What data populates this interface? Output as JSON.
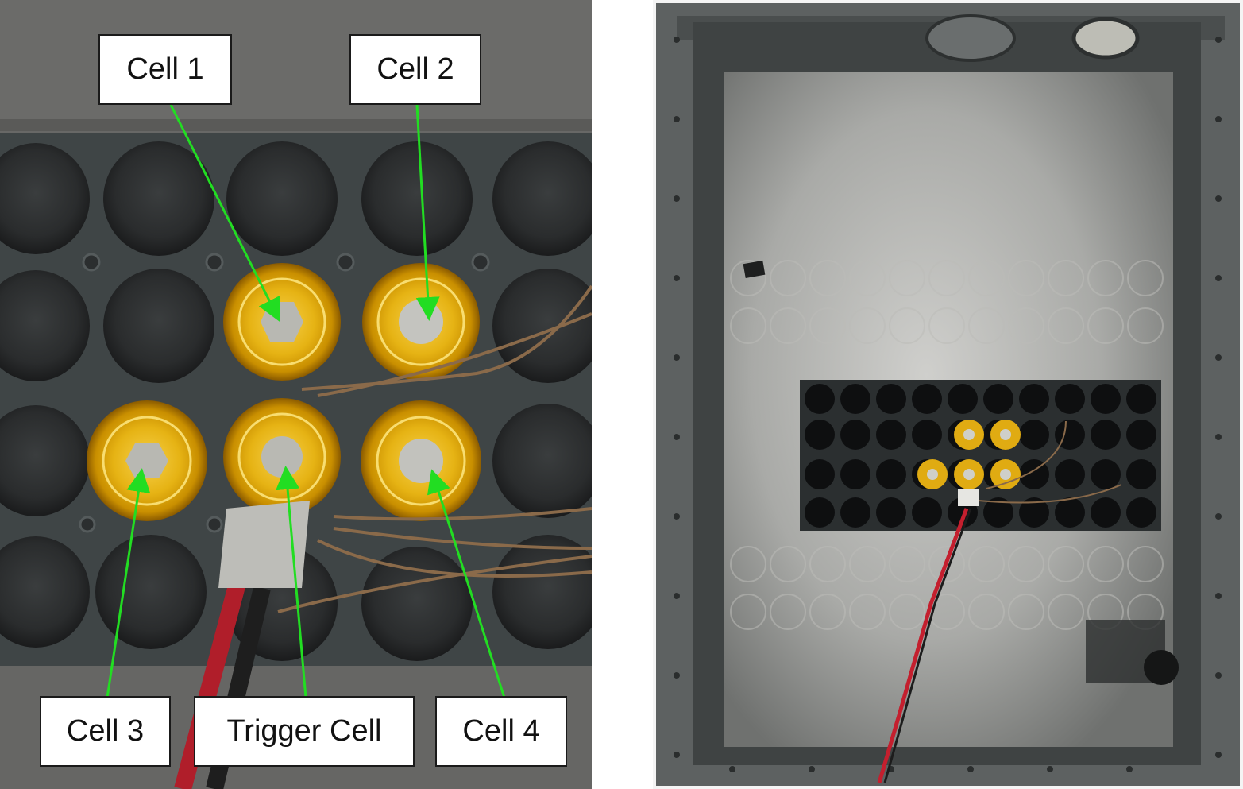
{
  "left_photo": {
    "labels": {
      "cell1": "Cell 1",
      "cell2": "Cell 2",
      "cell3": "Cell 3",
      "trigger": "Trigger Cell",
      "cell4": "Cell 4"
    },
    "arrow_color": "#22dd22",
    "label_border_color": "#1a1a1a"
  },
  "right_photo": {
    "module_rows": 4,
    "module_cols": 10,
    "instrumented_cells": 5,
    "cable_colors": [
      "#cc2233",
      "#222222"
    ]
  },
  "colors": {
    "kapton_yellow": "#d9a400",
    "module_dark": "#333a3a",
    "enclosure_grey": "#5d6161"
  }
}
